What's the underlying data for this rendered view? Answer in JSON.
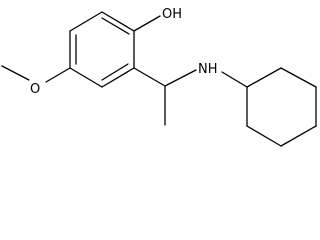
{
  "molecule": {
    "atoms": {
      "hydroxyl": "OH",
      "ether_oxygen": "O",
      "amine": "NH"
    },
    "colors": {
      "bond": "#000000",
      "background": "#ffffff"
    }
  }
}
